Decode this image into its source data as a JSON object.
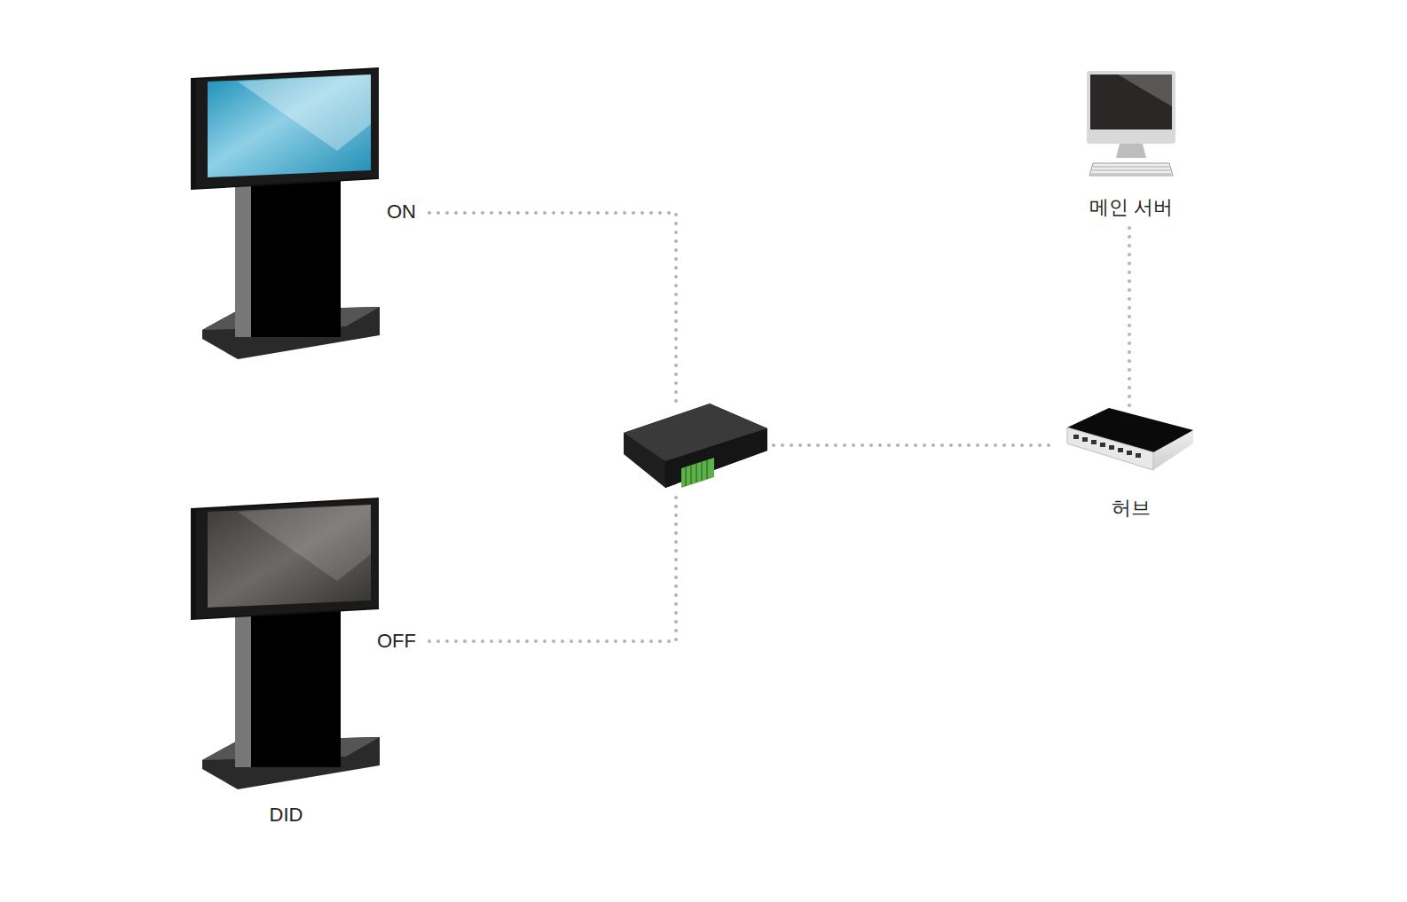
{
  "diagram": {
    "nodes": [
      {
        "text": [
          "메인 서버"
        ]
      },
      {
        "text": [
          "허브"
        ]
      },
      {
        "text": [
          "DID"
        ]
      }
    ],
    "edges": [
      {
        "from": 1,
        "to": 0,
        "arrow": "none"
      },
      {
        "from": 2,
        "to": 1,
        "label": "OFF",
        "arrow": "none"
      }
    ],
    "labels": [
      "ON"
    ]
  }
}
